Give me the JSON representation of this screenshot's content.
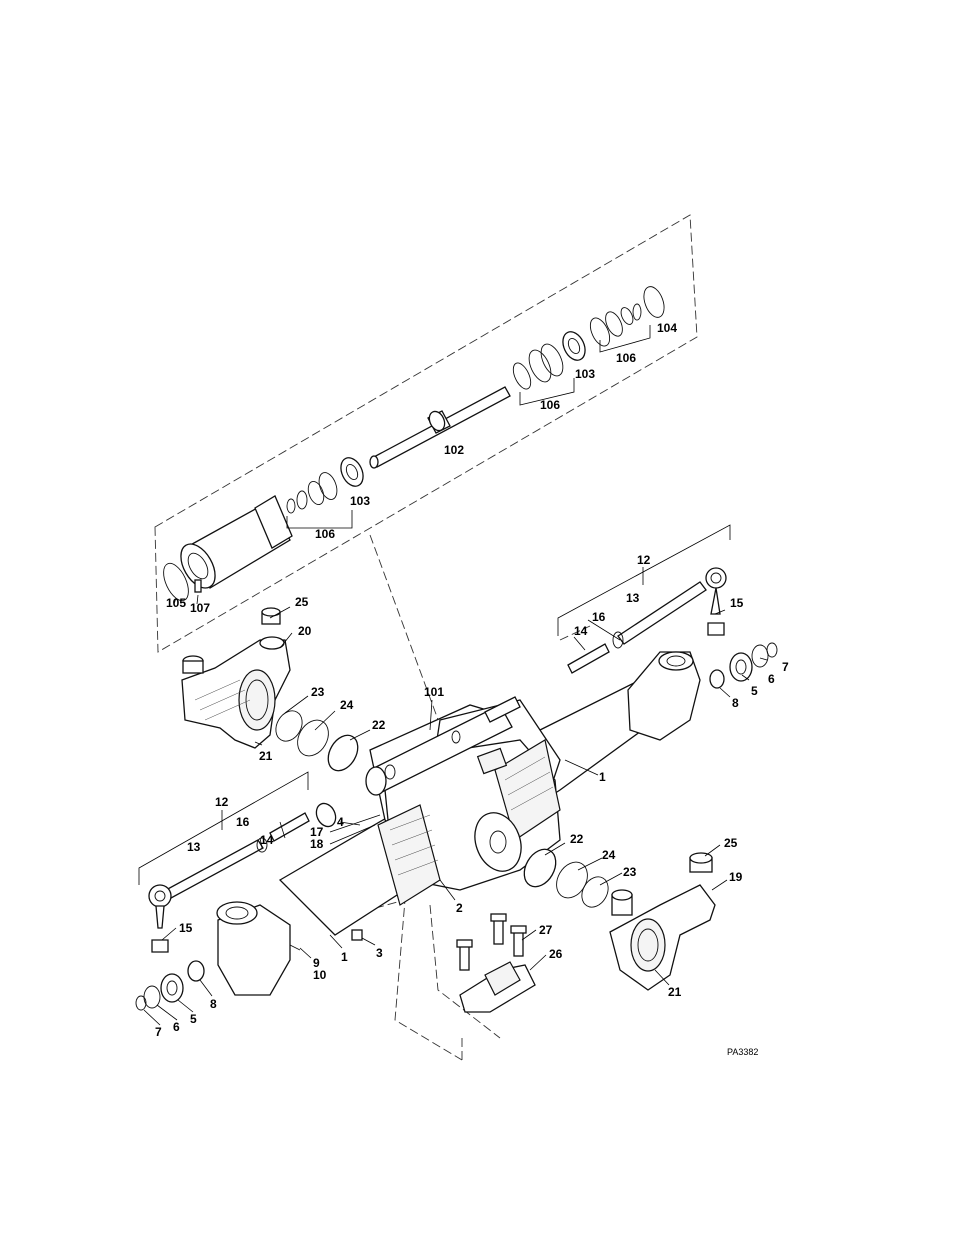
{
  "figure_ref": "PA3382",
  "callouts": {
    "c104": "104",
    "c106a": "106",
    "c103a": "103",
    "c106b": "106",
    "c102": "102",
    "c103b": "103",
    "c106c": "106",
    "c105": "105",
    "c107": "107",
    "c25a": "25",
    "c20": "20",
    "c23a": "23",
    "c24a": "24",
    "c22a": "22",
    "c21a": "21",
    "c101": "101",
    "c12a": "12",
    "c13a": "13",
    "c16a": "16",
    "c14a": "14",
    "c15a": "15",
    "c7a": "7",
    "c6a": "6",
    "c5a": "5",
    "c8a": "8",
    "c1a": "1",
    "c12b": "12",
    "c14b": "14",
    "c16b": "16",
    "c13b": "13",
    "c17": "17",
    "c18": "18",
    "c4": "4",
    "c22b": "22",
    "c24b": "24",
    "c23b": "23",
    "c25b": "25",
    "c19": "19",
    "c2": "2",
    "c27": "27",
    "c26": "26",
    "c21b": "21",
    "c15b": "15",
    "c9": "9",
    "c10": "10",
    "c1b": "1",
    "c3": "3",
    "c7b": "7",
    "c6b": "6",
    "c5b": "5",
    "c8b": "8"
  }
}
